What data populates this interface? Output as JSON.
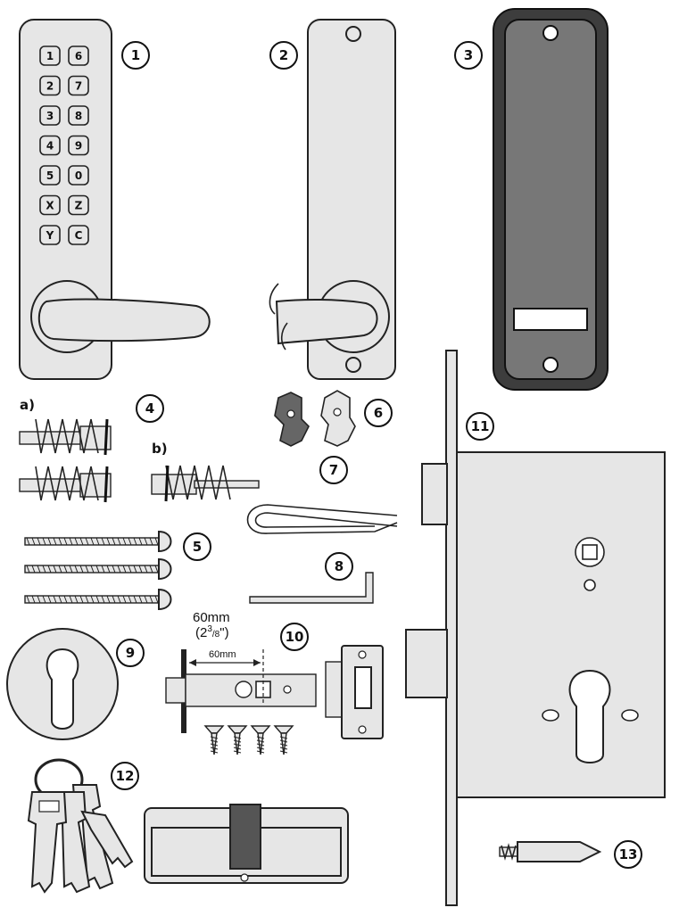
{
  "parts": [
    {
      "number": "1"
    },
    {
      "number": "2"
    },
    {
      "number": "3"
    },
    {
      "number": "4"
    },
    {
      "number": "5"
    },
    {
      "number": "6"
    },
    {
      "number": "7"
    },
    {
      "number": "8"
    },
    {
      "number": "9"
    },
    {
      "number": "10"
    },
    {
      "number": "11"
    },
    {
      "number": "12"
    },
    {
      "number": "13"
    }
  ],
  "keypad": {
    "keys_left": [
      "1",
      "2",
      "3",
      "4",
      "5",
      "X",
      "Y"
    ],
    "keys_right": [
      "6",
      "7",
      "8",
      "9",
      "0",
      "Z",
      "C"
    ]
  },
  "sub_labels": {
    "a": "a)",
    "b": "b)"
  },
  "latch": {
    "backset_label": "60mm",
    "backset_imperial_open": "(2",
    "backset_imperial_num": "3",
    "backset_imperial_den": "/8",
    "backset_imperial_close": "\")",
    "inner_dimension": "60mm"
  }
}
